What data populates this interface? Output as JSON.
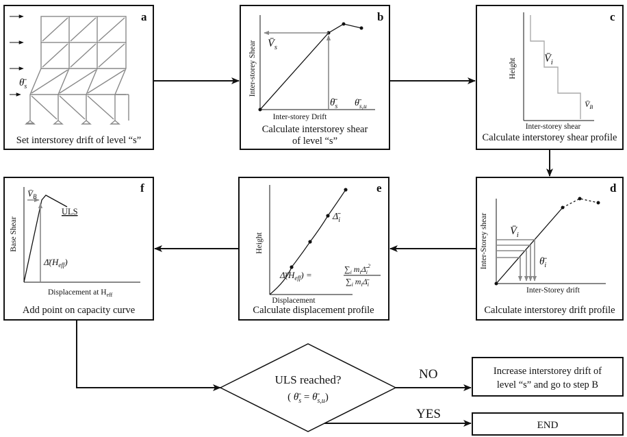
{
  "panels": {
    "a": {
      "letter": "a",
      "caption": "Set interstorey drift of level “s”",
      "theta_label": "θ̄",
      "theta_sub": "s"
    },
    "b": {
      "letter": "b",
      "caption_line1": "Calculate interstorey shear",
      "caption_line2": "of level “s”",
      "ylabel": "Inter-storey Shear",
      "xlabel": "Inter-storey Drift",
      "v_label": "V̄",
      "v_sub": "s",
      "theta_s": "θ̄",
      "theta_s_sub": "s",
      "theta_su": "θ̄",
      "theta_su_sub": "s,u"
    },
    "c": {
      "letter": "c",
      "caption": "Calculate interstorey shear profile",
      "ylabel": "Height",
      "xlabel": "Inter-storey shear",
      "vi_label": "V̄",
      "vi_sub": "i",
      "vb_label": "V̄",
      "vb_sub": "B"
    },
    "d": {
      "letter": "d",
      "caption": "Calculate interstorey drift profile",
      "ylabel": "Inter-Storey shear",
      "xlabel": "Inter-Storey drift",
      "vi_label": "V̄",
      "vi_sub": "i",
      "theta_i": "θ̄",
      "theta_i_sub": "i"
    },
    "e": {
      "letter": "e",
      "caption": "Calculate displacement profile",
      "ylabel": "Height",
      "xlabel": "Displacement",
      "delta_i": "Δ̄",
      "delta_i_sub": "i",
      "delta_heff": "Δ̄(H",
      "delta_heff_sub": "eff",
      "delta_heff_close": ") =",
      "num": "∑",
      "frac_num": "∑",
      "frac_num_sub": "i",
      "frac_num_m": " m",
      "frac_num_m_sub": "i",
      "frac_num_d": "Δ̄",
      "frac_num_d_sub": "i",
      "frac_num_sq": "2",
      "frac_den": "∑",
      "frac_den_sub": "i",
      "frac_den_m": " m",
      "frac_den_m_sub": "i",
      "frac_den_d": "Δ̄",
      "frac_den_d_sub": "i"
    },
    "f": {
      "letter": "f",
      "caption": "Add point on capacity curve",
      "ylabel": "Base Shear",
      "xlabel": "Displacement at H",
      "xlabel_sub": "eff",
      "vb_label": "V̄",
      "vb_sub": "B",
      "uls": "ULS",
      "delta_label": "Δ̄(H",
      "delta_sub": "eff",
      "delta_close": ")"
    }
  },
  "decision": {
    "line1": "ULS reached?",
    "line2_open": "( ",
    "theta_s": "θ̄",
    "theta_s_sub": "s",
    "eq": " = ",
    "theta_su": "θ̄",
    "theta_su_sub": "s,u",
    "line2_close": ")"
  },
  "branches": {
    "no": "NO",
    "yes": "YES"
  },
  "outcomes": {
    "increase_line1": "Increase interstorey drift of",
    "increase_line2": "level “s” and go to step B",
    "end": "END"
  }
}
